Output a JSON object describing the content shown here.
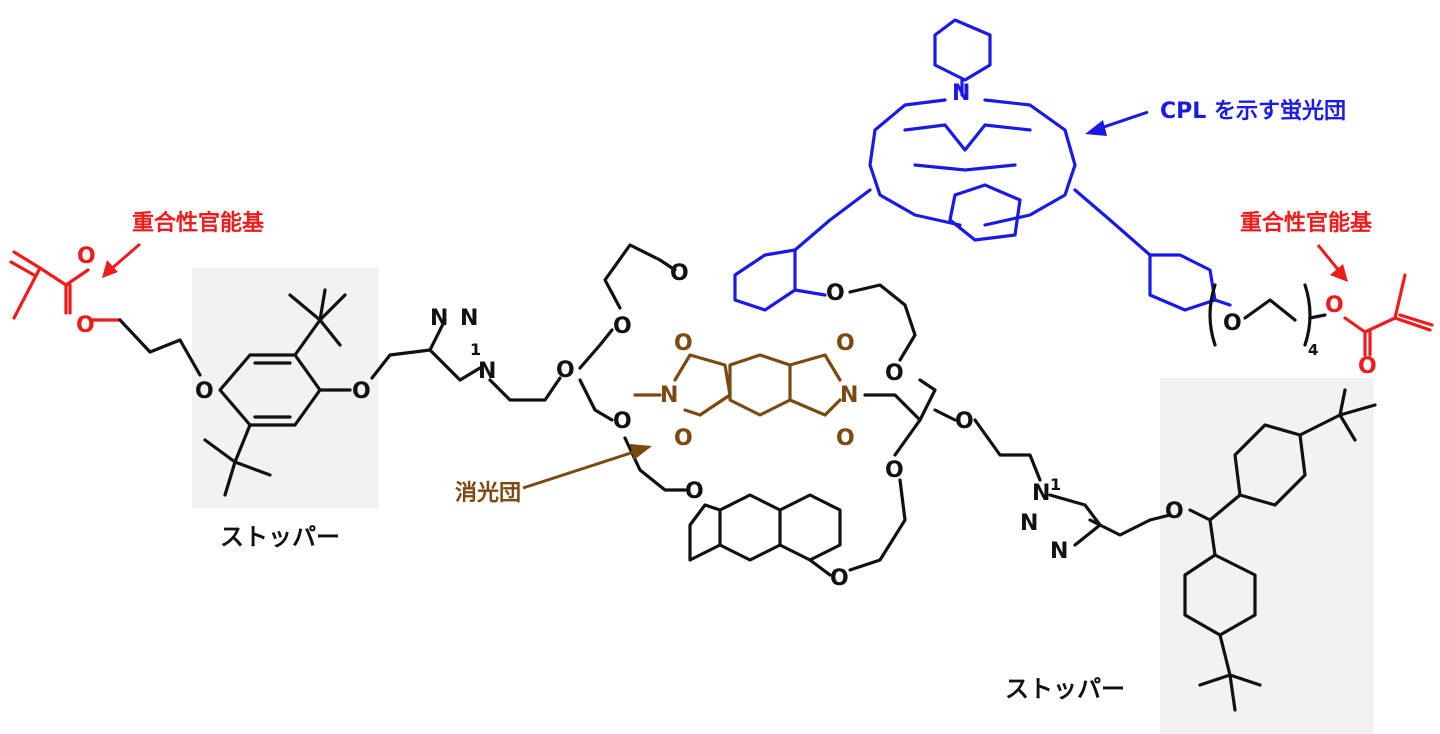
{
  "colors": {
    "molecule": "#111111",
    "fluorophore": "#1a1ae6",
    "polymerizable": "#ee1c1c",
    "quencher": "#7a4a10",
    "stopper_box": "#f2f2f2"
  },
  "labels": {
    "cpl_fluorophore": "CPL を示す蛍光団",
    "polymerizable_left": "重合性官能基",
    "polymerizable_right": "重合性官能基",
    "quencher": "消光団",
    "stopper_left": "ストッパー",
    "stopper_right": "ストッパー"
  },
  "atoms": {
    "n": "N",
    "o": "O",
    "n1": "1",
    "n1b": "1",
    "repeat_count": "4"
  }
}
